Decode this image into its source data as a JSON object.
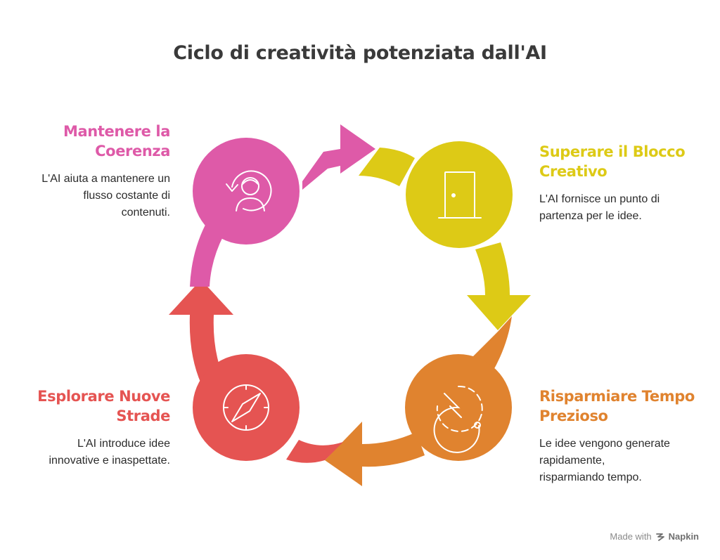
{
  "title": "Ciclo di creatività potenziata dall'AI",
  "colors": {
    "pink": "#DE5AA8",
    "yellow": "#DDCA16",
    "orange": "#E0832F",
    "red": "#E55452"
  },
  "steps": [
    {
      "heading_line1": "Superare il Blocco",
      "heading_line2": "Creativo",
      "desc_line1": "L'AI fornisce un punto di",
      "desc_line2": "partenza per le idee.",
      "desc_line3": "",
      "icon": "door-icon"
    },
    {
      "heading_line1": "Risparmiare Tempo",
      "heading_line2": "Prezioso",
      "desc_line1": "Le idee vengono generate",
      "desc_line2": "rapidamente,",
      "desc_line3": "risparmiando tempo.",
      "icon": "timer-icon"
    },
    {
      "heading_line1": "Esplorare Nuove",
      "heading_line2": "Strade",
      "desc_line1": "L'AI introduce idee",
      "desc_line2": "innovative e inaspettate.",
      "desc_line3": "",
      "icon": "compass-icon"
    },
    {
      "heading_line1": "Mantenere la",
      "heading_line2": "Coerenza",
      "desc_line1": "L'AI aiuta a mantenere un",
      "desc_line2": "flusso costante di",
      "desc_line3": "contenuti.",
      "icon": "user-cycle-icon"
    }
  ],
  "footer": {
    "made_with": "Made with",
    "brand": "Napkin"
  }
}
